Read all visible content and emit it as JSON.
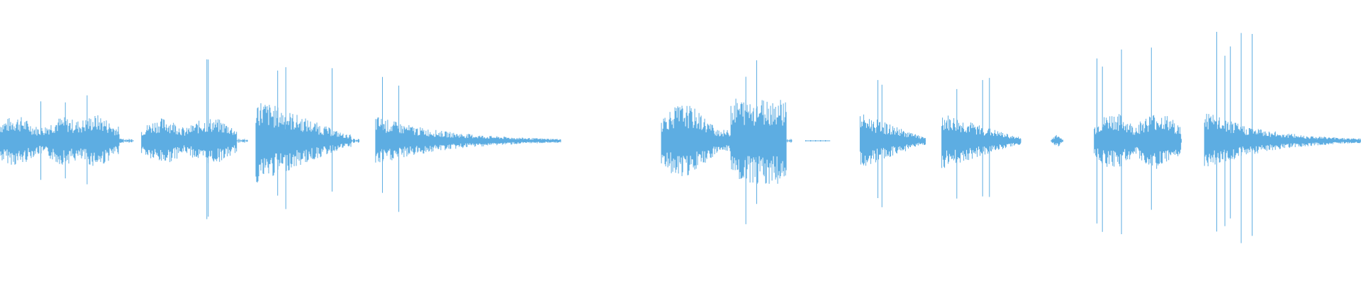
{
  "waveform": {
    "color": "#5DADE2",
    "background": "#ffffff",
    "segments": [
      {
        "start": 0.0,
        "end": 0.088,
        "peak": 0.42,
        "body": 0.22,
        "shape": "flat",
        "tail": 0.01,
        "spikes": [
          0.03,
          0.048,
          0.064
        ]
      },
      {
        "start": 0.104,
        "end": 0.174,
        "peak": 0.68,
        "body": 0.18,
        "shape": "double",
        "tail": 0.008,
        "spikes": [
          0.152,
          0.153
        ]
      },
      {
        "start": 0.188,
        "end": 0.258,
        "peak": 0.62,
        "body": 0.34,
        "shape": "front-heavy",
        "tail": 0.006,
        "spikes": [
          0.204,
          0.21,
          0.244
        ]
      },
      {
        "start": 0.276,
        "end": 0.412,
        "peak": 0.6,
        "body": 0.2,
        "shape": "decay",
        "tail": 0.0,
        "spikes": [
          0.281,
          0.293
        ]
      },
      {
        "start": 0.486,
        "end": 0.578,
        "peak": 0.66,
        "body": 0.34,
        "shape": "swell",
        "tail": 0.004,
        "spikes": [
          0.548,
          0.556
        ]
      },
      {
        "start": 0.592,
        "end": 0.61,
        "peak": 0.008,
        "body": 0.006,
        "shape": "dots",
        "tail": 0.0,
        "spikes": []
      },
      {
        "start": 0.632,
        "end": 0.68,
        "peak": 0.54,
        "body": 0.22,
        "shape": "front-heavy",
        "tail": 0.0,
        "spikes": [
          0.645,
          0.648
        ]
      },
      {
        "start": 0.692,
        "end": 0.75,
        "peak": 0.54,
        "body": 0.22,
        "shape": "front-heavy",
        "tail": 0.0,
        "spikes": [
          0.703,
          0.722,
          0.727
        ]
      },
      {
        "start": 0.772,
        "end": 0.781,
        "peak": 0.08,
        "body": 0.05,
        "shape": "blip",
        "tail": 0.0,
        "spikes": []
      },
      {
        "start": 0.804,
        "end": 0.868,
        "peak": 0.8,
        "body": 0.22,
        "shape": "double",
        "tail": 0.0,
        "spikes": [
          0.806,
          0.81,
          0.824,
          0.846
        ]
      },
      {
        "start": 0.885,
        "end": 1.0,
        "peak": 0.9,
        "body": 0.24,
        "shape": "decay",
        "tail": 0.0,
        "spikes": [
          0.894,
          0.9,
          0.904,
          0.912,
          0.92
        ]
      }
    ]
  }
}
